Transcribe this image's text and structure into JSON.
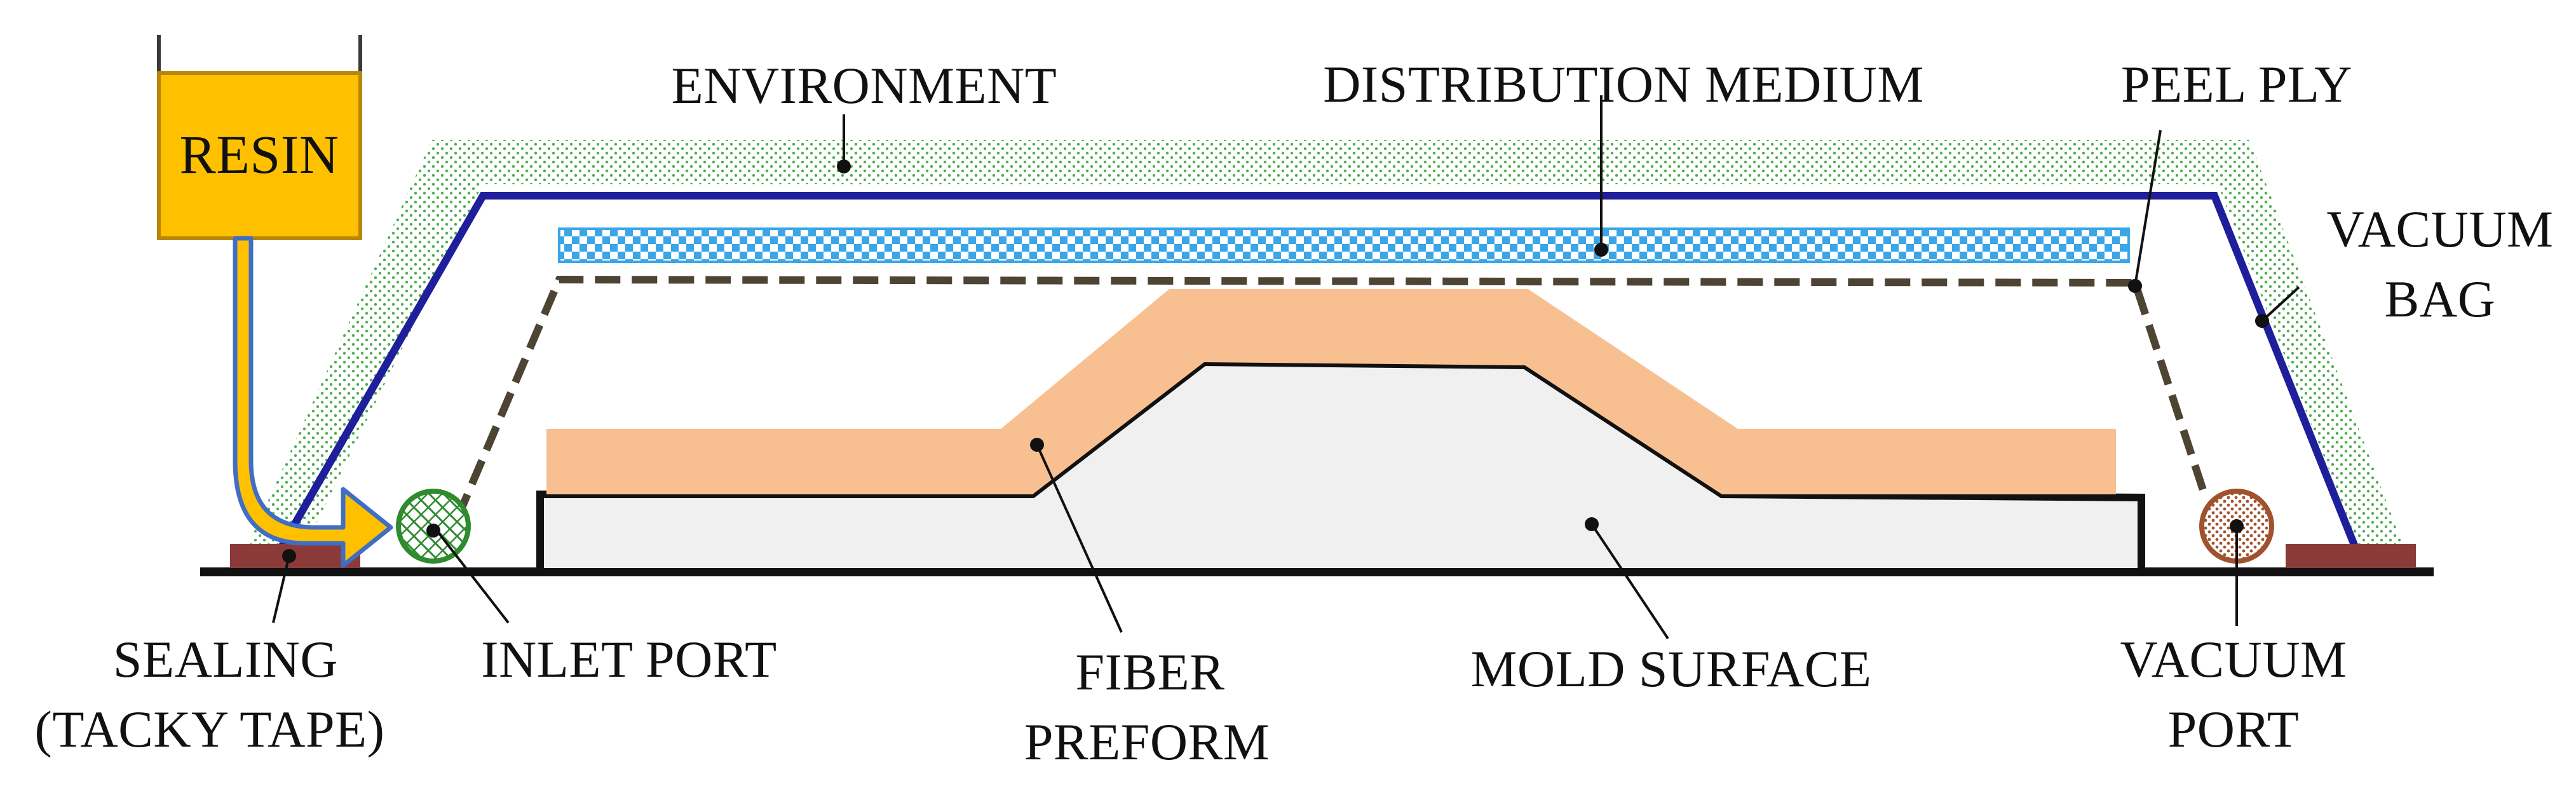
{
  "colors": {
    "resin": "#FFC000",
    "resin_outline": "#B8860B",
    "resin_arrow_outline": "#3F6EC4",
    "vacuum_bag": "#1F1F9C",
    "peel_ply": "#4E4434",
    "distribution_medium": "#3AA6E8",
    "fiber_preform": "#F8C090",
    "mold_fill": "#F0F0F0",
    "mold_outline": "#111111",
    "sealing_tape": "#8B3A3A",
    "inlet_port": "#2E8B2E",
    "vacuum_port": "#A0522D",
    "environment_dots": "#2E9E2E"
  },
  "labels": {
    "resin": "RESIN",
    "environment": "ENVIRONMENT",
    "distribution_medium": "DISTRIBUTION MEDIUM",
    "peel_ply": "PEEL PLY",
    "vacuum_bag_line1": "VACUUM",
    "vacuum_bag_line2": "BAG",
    "sealing_line1": "SEALING",
    "sealing_line2": "(TACKY TAPE)",
    "inlet_port": "INLET PORT",
    "fiber_preform_line1": "FIBER",
    "fiber_preform_line2": "PREFORM",
    "mold_surface": "MOLD SURFACE",
    "vacuum_port_line1": "VACUUM",
    "vacuum_port_line2": "PORT"
  }
}
